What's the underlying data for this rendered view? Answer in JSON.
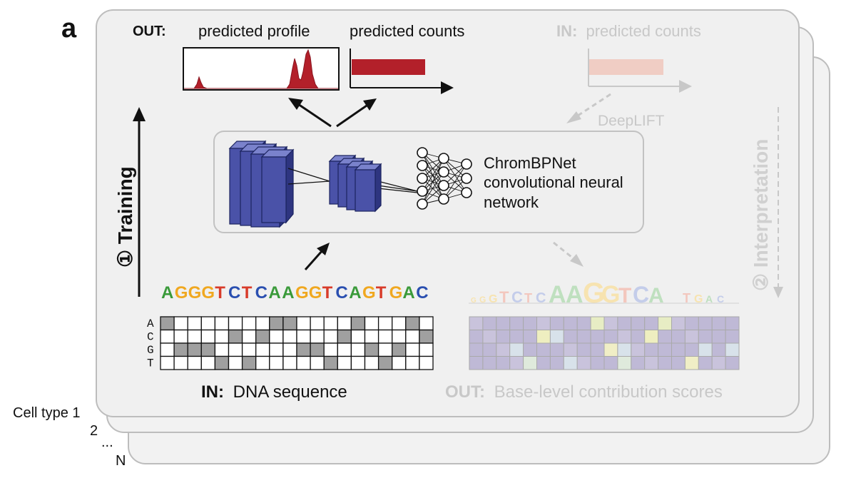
{
  "panel_label": "a",
  "out_top": {
    "prefix": "OUT:",
    "profile_label": "predicted profile",
    "counts_label": "predicted counts"
  },
  "in_top": {
    "prefix": "IN:",
    "label": "predicted counts"
  },
  "deeplift_label": "DeepLIFT",
  "training_label": "① Training",
  "interpretation_label": "② Interpretation",
  "model": {
    "line1": "ChromBPNet",
    "line2": "convolutional neural",
    "line3": "network"
  },
  "sequence": {
    "letters": [
      "A",
      "G",
      "G",
      "G",
      "T",
      "C",
      "T",
      "C",
      "A",
      "A",
      "G",
      "G",
      "T",
      "C",
      "A",
      "G",
      "T",
      "G",
      "A",
      "C"
    ],
    "onehot_rows": [
      "A",
      "C",
      "G",
      "T"
    ]
  },
  "in_bottom": {
    "prefix": "IN:",
    "label": "DNA sequence"
  },
  "out_bottom": {
    "prefix": "OUT:",
    "label": "Base-level contribution scores"
  },
  "contrib_logo": [
    "G",
    "G",
    "G",
    "T",
    "C",
    "T",
    "C",
    "A",
    "A",
    "G",
    "G",
    "T",
    "C",
    "A",
    "",
    "T",
    "G",
    "A",
    "C"
  ],
  "cell_types": {
    "first": "Cell type 1",
    "second": "2",
    "dots": "...",
    "last": "N"
  },
  "colors": {
    "A": "#3a9a3a",
    "C": "#2a4fb0",
    "G": "#f0a820",
    "T": "#d83b2a",
    "profile": "#b3202a",
    "cnn_blue": "#4a52a8",
    "faded": "#c8c8c8"
  }
}
